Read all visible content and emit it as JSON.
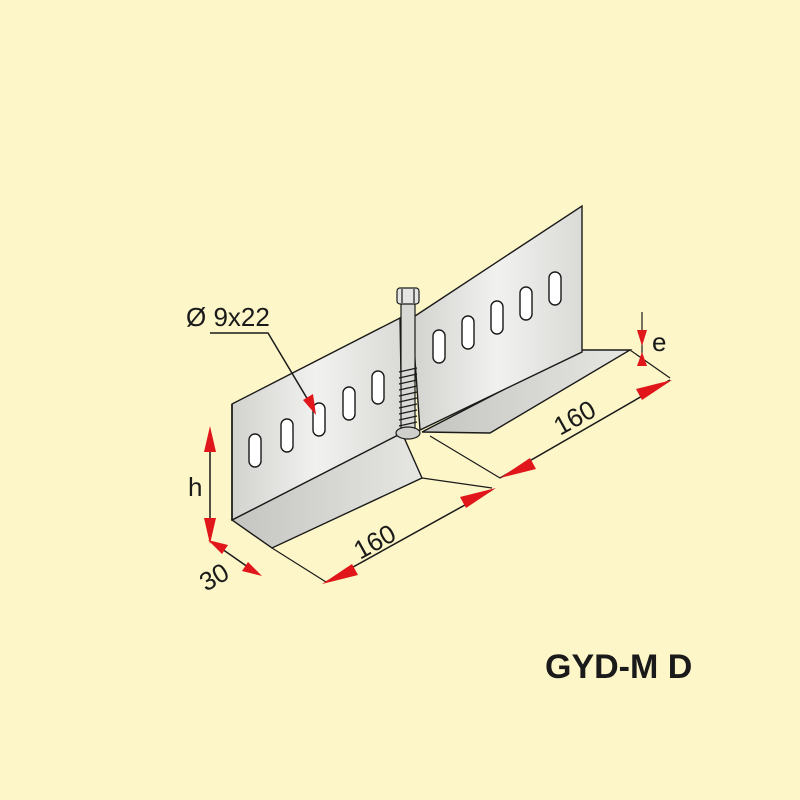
{
  "product_code": "GYD-M D",
  "dimensions": {
    "hole": "Ø 9x22",
    "height": "h",
    "base_width": "30",
    "length_left": "160",
    "length_right": "160",
    "thickness": "e"
  },
  "colors": {
    "background": "#fdf6c8",
    "metal_face": "#e6e6e4",
    "metal_dark": "#b9b9b6",
    "arrow": "#e0161b",
    "line": "#1a1a1a"
  }
}
